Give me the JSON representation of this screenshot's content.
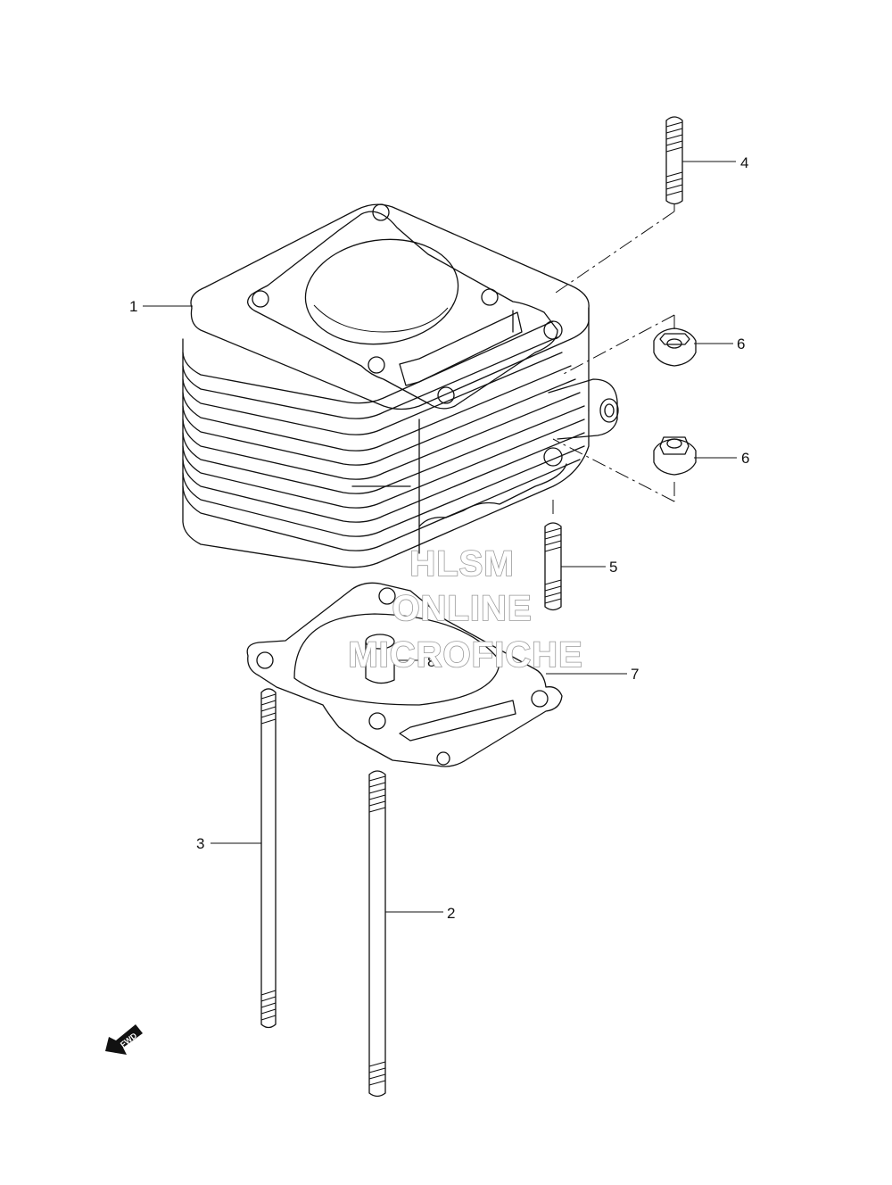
{
  "callouts": [
    {
      "id": "1",
      "label": "1"
    },
    {
      "id": "2",
      "label": "2"
    },
    {
      "id": "3",
      "label": "3"
    },
    {
      "id": "4",
      "label": "4"
    },
    {
      "id": "5",
      "label": "5"
    },
    {
      "id": "6a",
      "label": "6"
    },
    {
      "id": "6b",
      "label": "6"
    },
    {
      "id": "7",
      "label": "7"
    },
    {
      "id": "8",
      "label": "8"
    }
  ],
  "watermark": {
    "line1": "HLSM",
    "line2": "ONLINE",
    "line3": "MICROFICHE"
  },
  "direction_badge": {
    "label": "FWD",
    "icon": "fwd-arrow-icon"
  }
}
